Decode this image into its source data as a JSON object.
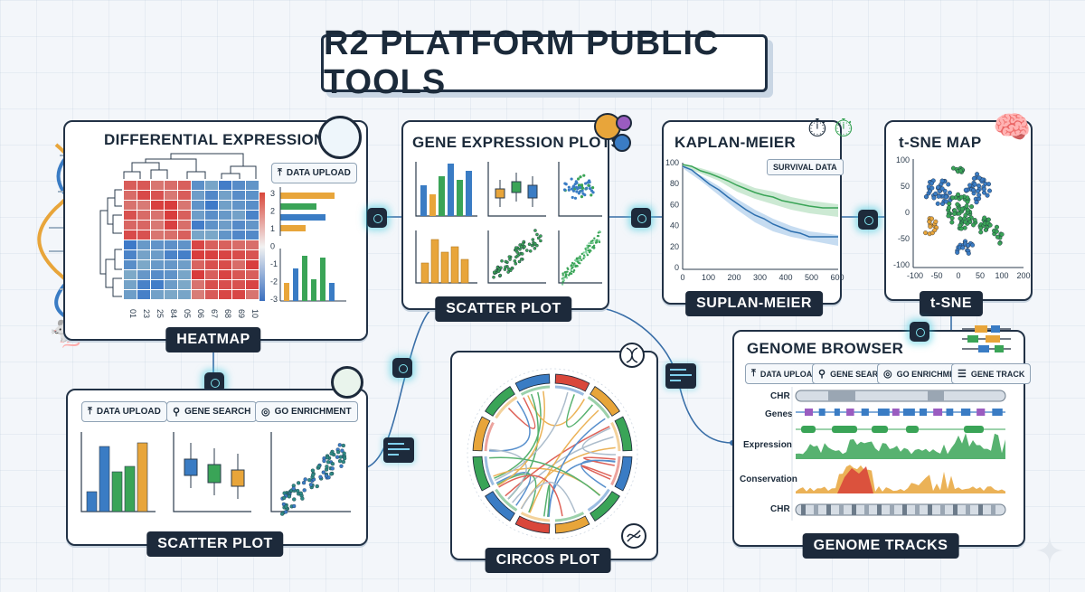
{
  "title": "R2 PLATFORM PUBLIC TOOLS",
  "panels": {
    "diff_expr": {
      "title": "DIFFERENTIAL EXPRESSION",
      "caption": "HEATMAP",
      "upload_label": "DATA UPLOAD",
      "colorbar_ticks": [
        "3",
        "2",
        "1",
        "0",
        "-1",
        "-2",
        "-3"
      ],
      "sample_labels": [
        "01",
        "23",
        "25",
        "84",
        "05",
        "06",
        "67",
        "68",
        "69",
        "10"
      ]
    },
    "gene_expr": {
      "title": "GENE EXPRESSION PLOTS",
      "caption": "SCATTER PLOT"
    },
    "km": {
      "title": "KAPLAN-MEIER",
      "caption": "SUPLAN-MEIER",
      "tag": "SURVIVAL DATA",
      "y_ticks": [
        "100",
        "80",
        "60",
        "40",
        "20",
        "0"
      ],
      "x_ticks": [
        "0",
        "100",
        "200",
        "300",
        "400",
        "500",
        "600"
      ]
    },
    "tsne": {
      "title": "t-SNE MAP",
      "caption": "t-SNE",
      "y_ticks": [
        "100",
        "50",
        "0",
        "-50",
        "-100"
      ],
      "x_ticks": [
        "-100",
        "-50",
        "0",
        "50",
        "100",
        "200"
      ]
    },
    "scatter": {
      "caption": "SCATTER PLOT",
      "buttons": [
        "DATA UPLOAD",
        "GENE SEARCH",
        "GO ENRICHMENT"
      ]
    },
    "circos": {
      "caption": "CIRCOS PLOT"
    },
    "genome": {
      "title": "GENOME BROWSER",
      "caption": "GENOME TRACKS",
      "buttons": [
        "DATA UPLOAD",
        "GENE SEARCH",
        "GO ENRICHMENT",
        "GENE TRACK"
      ],
      "tracks": [
        "CHR",
        "Genes",
        "Expression",
        "Conservation",
        "CHR"
      ]
    }
  },
  "icons": {
    "upload": "upload-icon",
    "search": "search-icon",
    "enrichment": "target-icon",
    "gene_track": "track-icon",
    "dna": "dna-icon",
    "brain": "brain-icon",
    "stopwatch": "stopwatch-icon",
    "mouse": "mouse-icon",
    "magnifier": "magnifier-icon"
  },
  "colors": {
    "accent_cyan": "#3cc8dc",
    "navy": "#1d2a3b",
    "blue": "#3a7cc4",
    "green": "#3aa457",
    "orange": "#e8a53a",
    "red": "#d9473b"
  }
}
